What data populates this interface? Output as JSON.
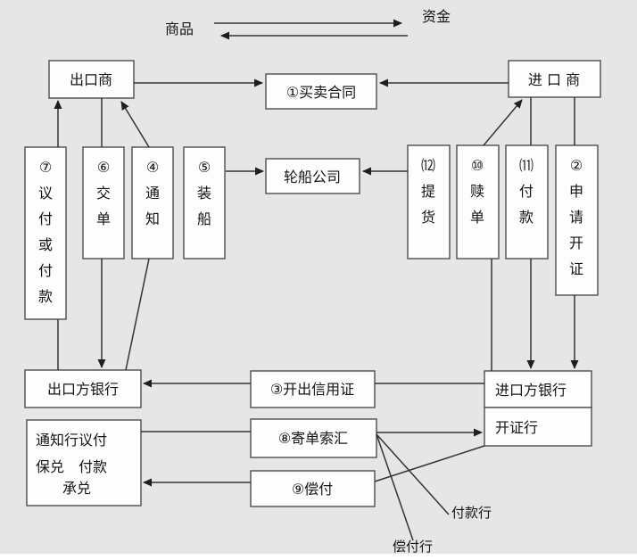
{
  "colors": {
    "background": "#e6e6e6",
    "box_fill": "#fdfdfd",
    "box_border": "#4d4d4d",
    "line": "#333333",
    "text": "#141414"
  },
  "top_flow": {
    "goods_label": "商品",
    "funds_label": "资金"
  },
  "nodes": {
    "exporter": "出口商",
    "importer": "进 口 商",
    "contract": "①买卖合同",
    "shipping_company": "轮船公司",
    "exporter_bank": "出口方银行",
    "notify_bank_line1": "通知行议付",
    "notify_bank_line2": "保兑　付款",
    "notify_bank_line3": "承兑",
    "importer_bank": "进口方银行",
    "issuing_bank": "开证行",
    "open_lc": "③开出信用证",
    "send_docs_claim": "⑧寄单索汇",
    "reimburse": "⑨偿付",
    "paying_bank_label": "付款行",
    "reimbursing_bank_label": "偿付行"
  },
  "steps": {
    "step7_negotiate_or_pay": "⑦议付或付款",
    "step6_present_docs": "⑥交单",
    "step4_advise": "④通知",
    "step5_ship": "⑤装船",
    "step12_take_delivery": "⑿提货",
    "step10_redeem_docs": "⑩赎单",
    "step11_pay": "⑾付款",
    "step2_apply_lc": "②申请开证"
  }
}
